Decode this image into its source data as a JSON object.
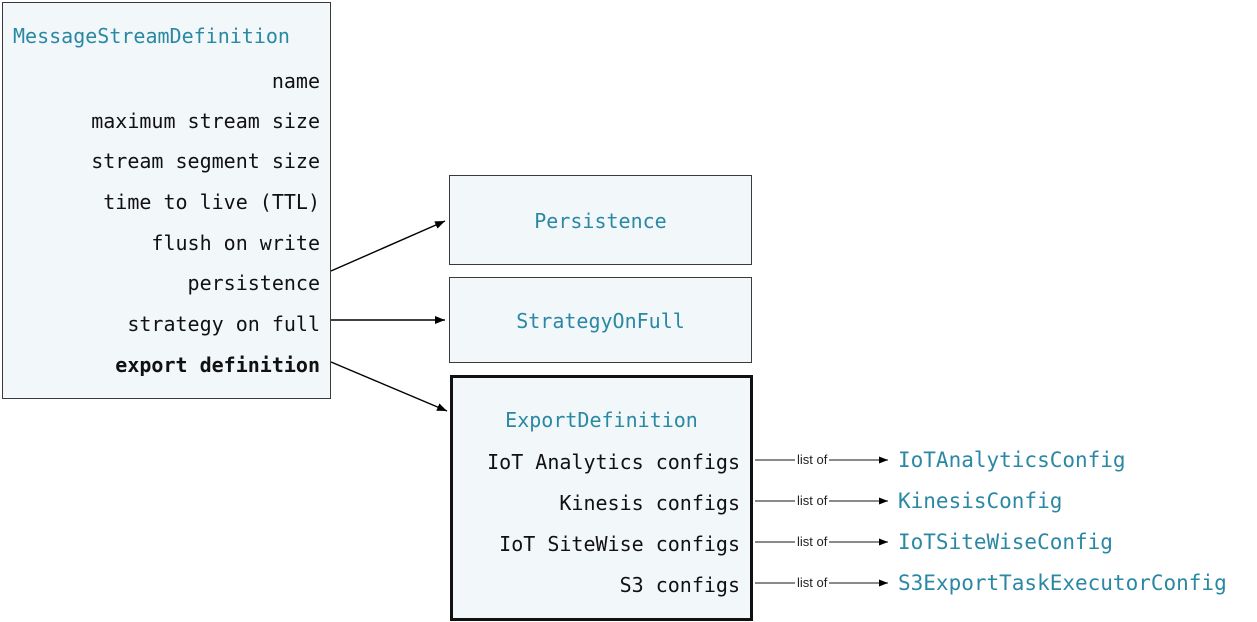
{
  "diagram": {
    "title_color": "#2a88a4",
    "box_fill": "#f2f7fa",
    "box_border": "#3a3a3a",
    "emphasis_border": "#111111",
    "text_color": "#111111"
  },
  "main_box": {
    "title": "MessageStreamDefinition",
    "fields": [
      {
        "label": "name",
        "bold": false
      },
      {
        "label": "maximum stream size",
        "bold": false
      },
      {
        "label": "stream segment size",
        "bold": false
      },
      {
        "label": "time to live (TTL)",
        "bold": false
      },
      {
        "label": "flush on write",
        "bold": false
      },
      {
        "label": "persistence",
        "bold": false
      },
      {
        "label": "strategy on full",
        "bold": false
      },
      {
        "label": "export definition",
        "bold": true
      }
    ]
  },
  "persistence_box": {
    "title": "Persistence"
  },
  "strategy_box": {
    "title": "StrategyOnFull"
  },
  "export_box": {
    "title": "ExportDefinition",
    "fields": [
      {
        "label": "IoT Analytics configs"
      },
      {
        "label": "Kinesis configs"
      },
      {
        "label": "IoT SiteWise configs"
      },
      {
        "label": "S3 configs"
      }
    ]
  },
  "leaf_types": [
    {
      "label": "IoTAnalyticsConfig",
      "edge_label": "list of"
    },
    {
      "label": "KinesisConfig",
      "edge_label": "list of"
    },
    {
      "label": "IoTSiteWiseConfig",
      "edge_label": "list of"
    },
    {
      "label": "S3ExportTaskExecutorConfig",
      "edge_label": "list of"
    }
  ]
}
